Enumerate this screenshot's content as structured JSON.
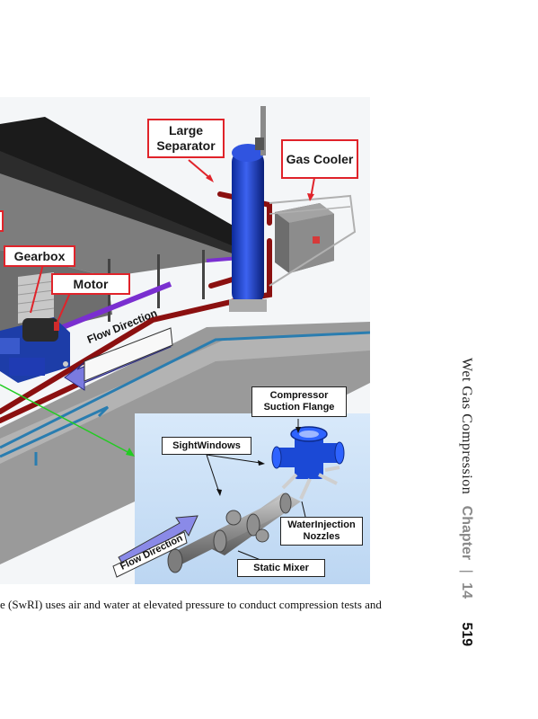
{
  "figure": {
    "callouts": {
      "large_separator": "Large Separator",
      "gas_cooler": "Gas Cooler",
      "gearbox": "Gearbox",
      "motor": "Motor",
      "compressor_suction_flange": "Compressor Suction Flange",
      "sight_windows": "SightWindows",
      "water_injection_nozzles": "WaterInjection Nozzles",
      "static_mixer": "Static Mixer"
    },
    "flow_direction_main": "Flow Direction",
    "flow_direction_inset": "Flow Direction"
  },
  "caption": "e (SwRI) uses air and water at elevated pressure to conduct compression tests and",
  "running_head": {
    "title": "Wet Gas Compression",
    "chapter_word": "Chapter",
    "separator": "|",
    "chapter_number": "14",
    "page_number": "519"
  },
  "colors": {
    "callout_border": "#e0232a",
    "separator_vessel": "#1d3fc8",
    "piping_red": "#8b1010",
    "piping_purple": "#7a2fd0",
    "inset_bg": "#cfe3f7",
    "arrow_green": "#22cc22"
  }
}
